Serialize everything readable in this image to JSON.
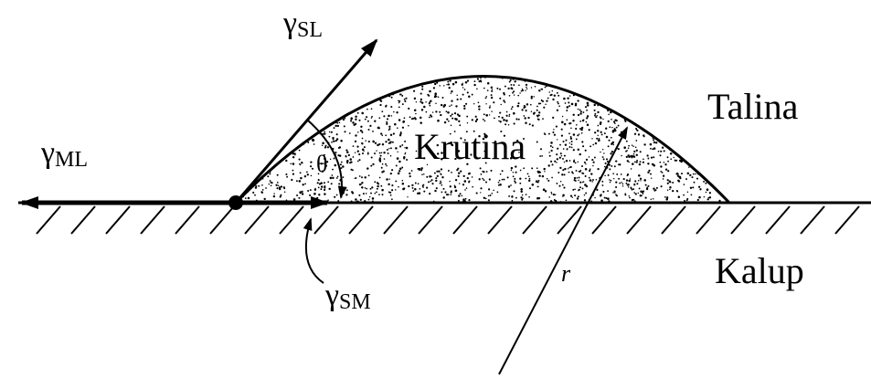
{
  "labels": {
    "gamma_sl": "γ",
    "gamma_sl_sub": "SL",
    "gamma_ml": "γ",
    "gamma_ml_sub": "ML",
    "gamma_sm": "γ",
    "gamma_sm_sub": "SM",
    "theta": "θ",
    "solid": "Krutina",
    "melt": "Talina",
    "mold": "Kalup",
    "radius": "r"
  },
  "colors": {
    "ink": "#000000",
    "background": "#ffffff"
  }
}
